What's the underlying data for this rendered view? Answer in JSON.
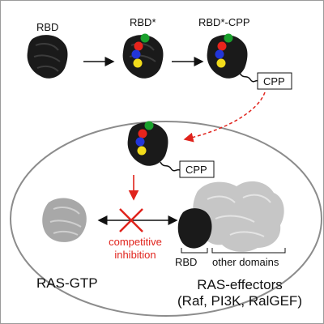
{
  "labels": {
    "rbd": "RBD",
    "rbd_star": "RBD*",
    "rbd_star_cpp": "RBD*-CPP",
    "cpp_top": "CPP",
    "cpp_mid": "CPP",
    "competitive": "competitive",
    "inhibition": "inhibition",
    "rbd_bracket": "RBD",
    "other_domains": "other domains",
    "ras_gtp": "RAS-GTP",
    "ras_effectors": "RAS-effectors",
    "ras_effectors_examples": "(Raf, PI3K, RalGEF)"
  },
  "colors": {
    "protein_dark": "#1a1a1a",
    "protein_light": "#a8a8a8",
    "effector_light": "#c6c6c6",
    "accent_red": "#e0231c",
    "ellipse": "#8c8c8c",
    "dot_green": "#1aa02c",
    "dot_red": "#e8241c",
    "dot_blue": "#2236d8",
    "dot_yellow": "#f2dc1b"
  }
}
